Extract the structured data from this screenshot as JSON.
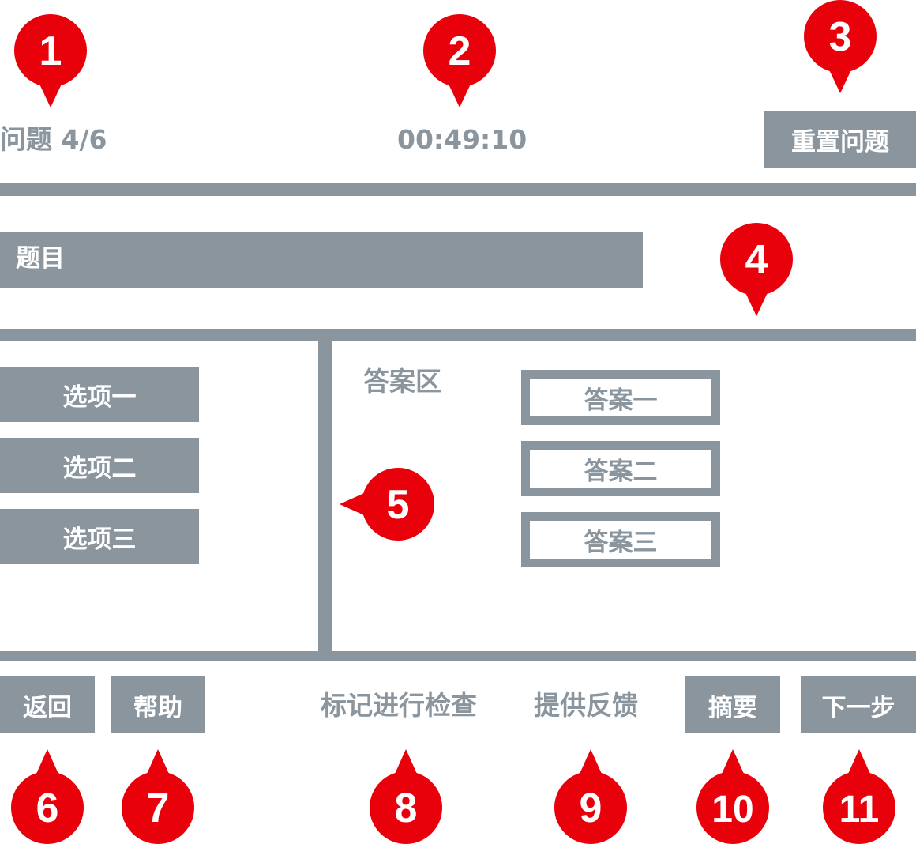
{
  "header": {
    "question_counter": "问题 4/6",
    "timer": "00:49:10",
    "reset_label": "重置问题"
  },
  "question": {
    "title": "题目"
  },
  "options": {
    "items": [
      {
        "label": "选项一"
      },
      {
        "label": "选项二"
      },
      {
        "label": "选项三"
      }
    ]
  },
  "answer_area": {
    "label": "答案区",
    "slots": [
      {
        "label": "答案一"
      },
      {
        "label": "答案二"
      },
      {
        "label": "答案三"
      }
    ]
  },
  "footer": {
    "back_label": "返回",
    "help_label": "帮助",
    "mark_label": "标记进行检查",
    "feedback_label": "提供反馈",
    "summary_label": "摘要",
    "next_label": "下一步"
  },
  "markers": [
    "1",
    "2",
    "3",
    "4",
    "5",
    "6",
    "7",
    "8",
    "9",
    "10",
    "11"
  ],
  "colors": {
    "ui_gray": "#8a959e",
    "marker_red": "#e8000b",
    "background": "#ffffff"
  }
}
